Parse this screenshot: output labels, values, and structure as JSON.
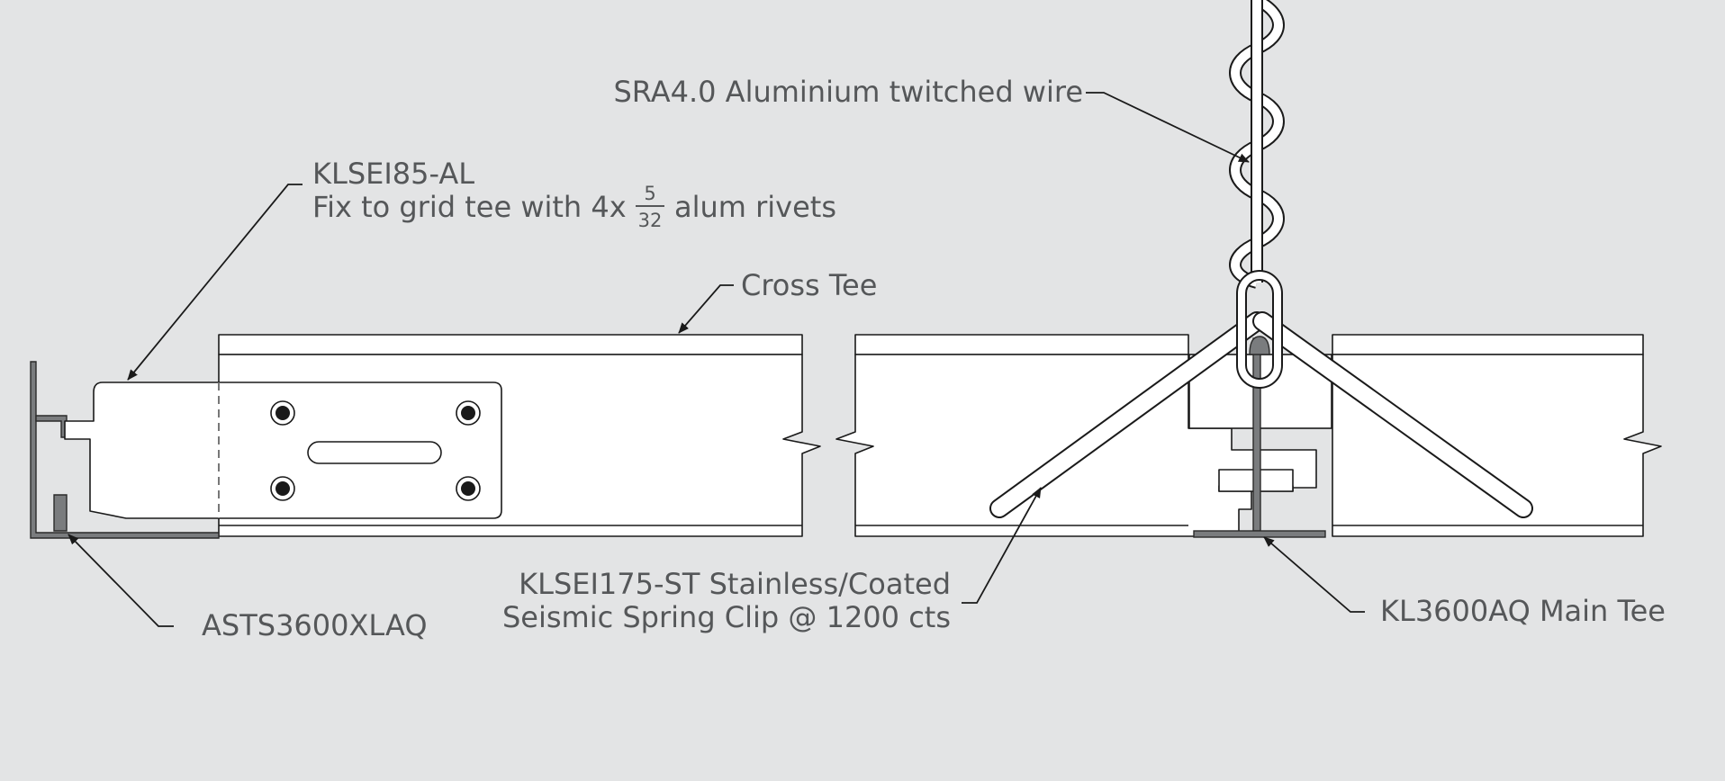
{
  "labels": {
    "wire": "SRA4.0 Aluminium twitched wire",
    "bracket_code": "KLSEI85-AL",
    "bracket_note_prefix": "Fix to grid tee with 4x",
    "bracket_note_fraction_numerator": "5",
    "bracket_note_fraction_denominator": "32",
    "bracket_note_suffix": "alum rivets",
    "cross_tee": "Cross Tee",
    "spring_clip_line1": "KLSEI175-ST Stainless/Coated",
    "spring_clip_line2": "Seismic Spring Clip @ 1200 cts",
    "wall_angle": "ASTS3600XLAQ",
    "main_tee": "KL3600AQ Main Tee"
  },
  "colors": {
    "background": "#e3e4e5",
    "text": "#555759",
    "line": "#1a1a1a",
    "part_fill": "#ffffff",
    "section_fill": "#7a7c7e"
  }
}
